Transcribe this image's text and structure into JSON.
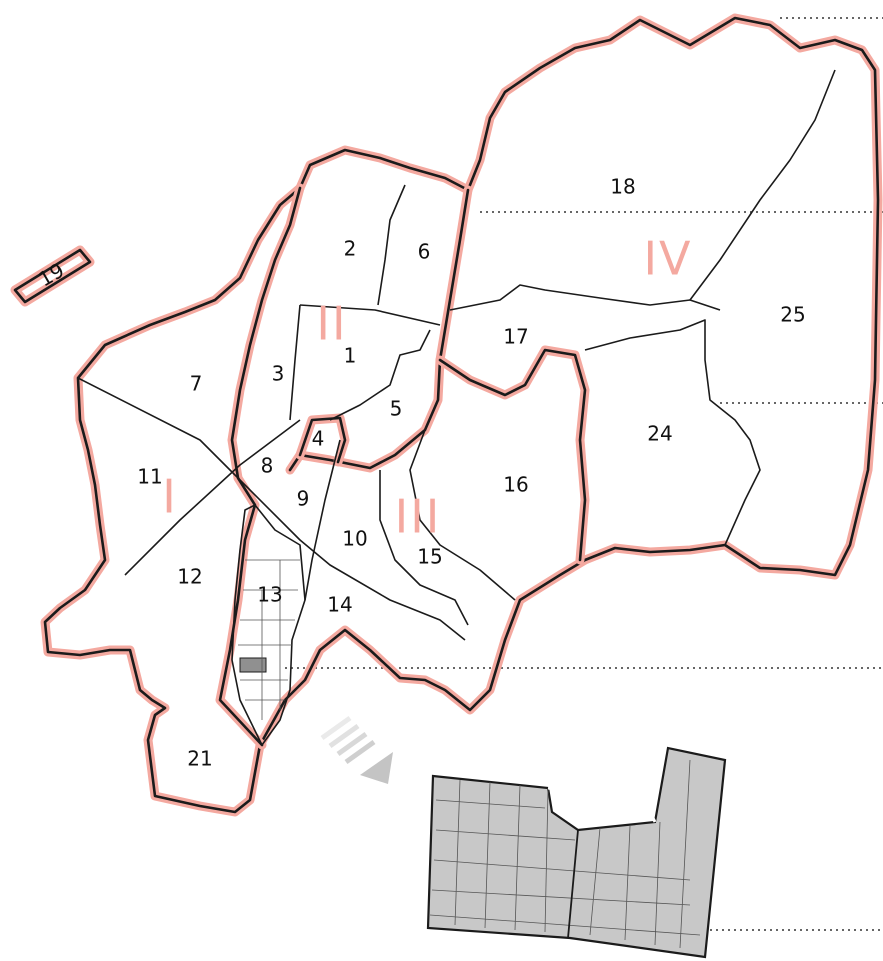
{
  "colors": {
    "halo": "#f4a9a0",
    "region_label": "#f4a9a0",
    "line": "#1b1b1b",
    "parcel_fill": "#c8c8c8",
    "arrow": "#c4c4c4"
  },
  "regions": [
    {
      "id": "I",
      "label": "I"
    },
    {
      "id": "II",
      "label": "II"
    },
    {
      "id": "III",
      "label": "III"
    },
    {
      "id": "IV",
      "label": "IV"
    }
  ],
  "districts": [
    {
      "label": "1"
    },
    {
      "label": "2"
    },
    {
      "label": "3"
    },
    {
      "label": "4"
    },
    {
      "label": "5"
    },
    {
      "label": "6"
    },
    {
      "label": "7"
    },
    {
      "label": "8"
    },
    {
      "label": "9"
    },
    {
      "label": "10"
    },
    {
      "label": "11"
    },
    {
      "label": "12"
    },
    {
      "label": "13"
    },
    {
      "label": "14"
    },
    {
      "label": "15"
    },
    {
      "label": "16"
    },
    {
      "label": "17"
    },
    {
      "label": "18"
    },
    {
      "label": "19"
    },
    {
      "label": "21"
    },
    {
      "label": "24"
    },
    {
      "label": "25"
    }
  ]
}
